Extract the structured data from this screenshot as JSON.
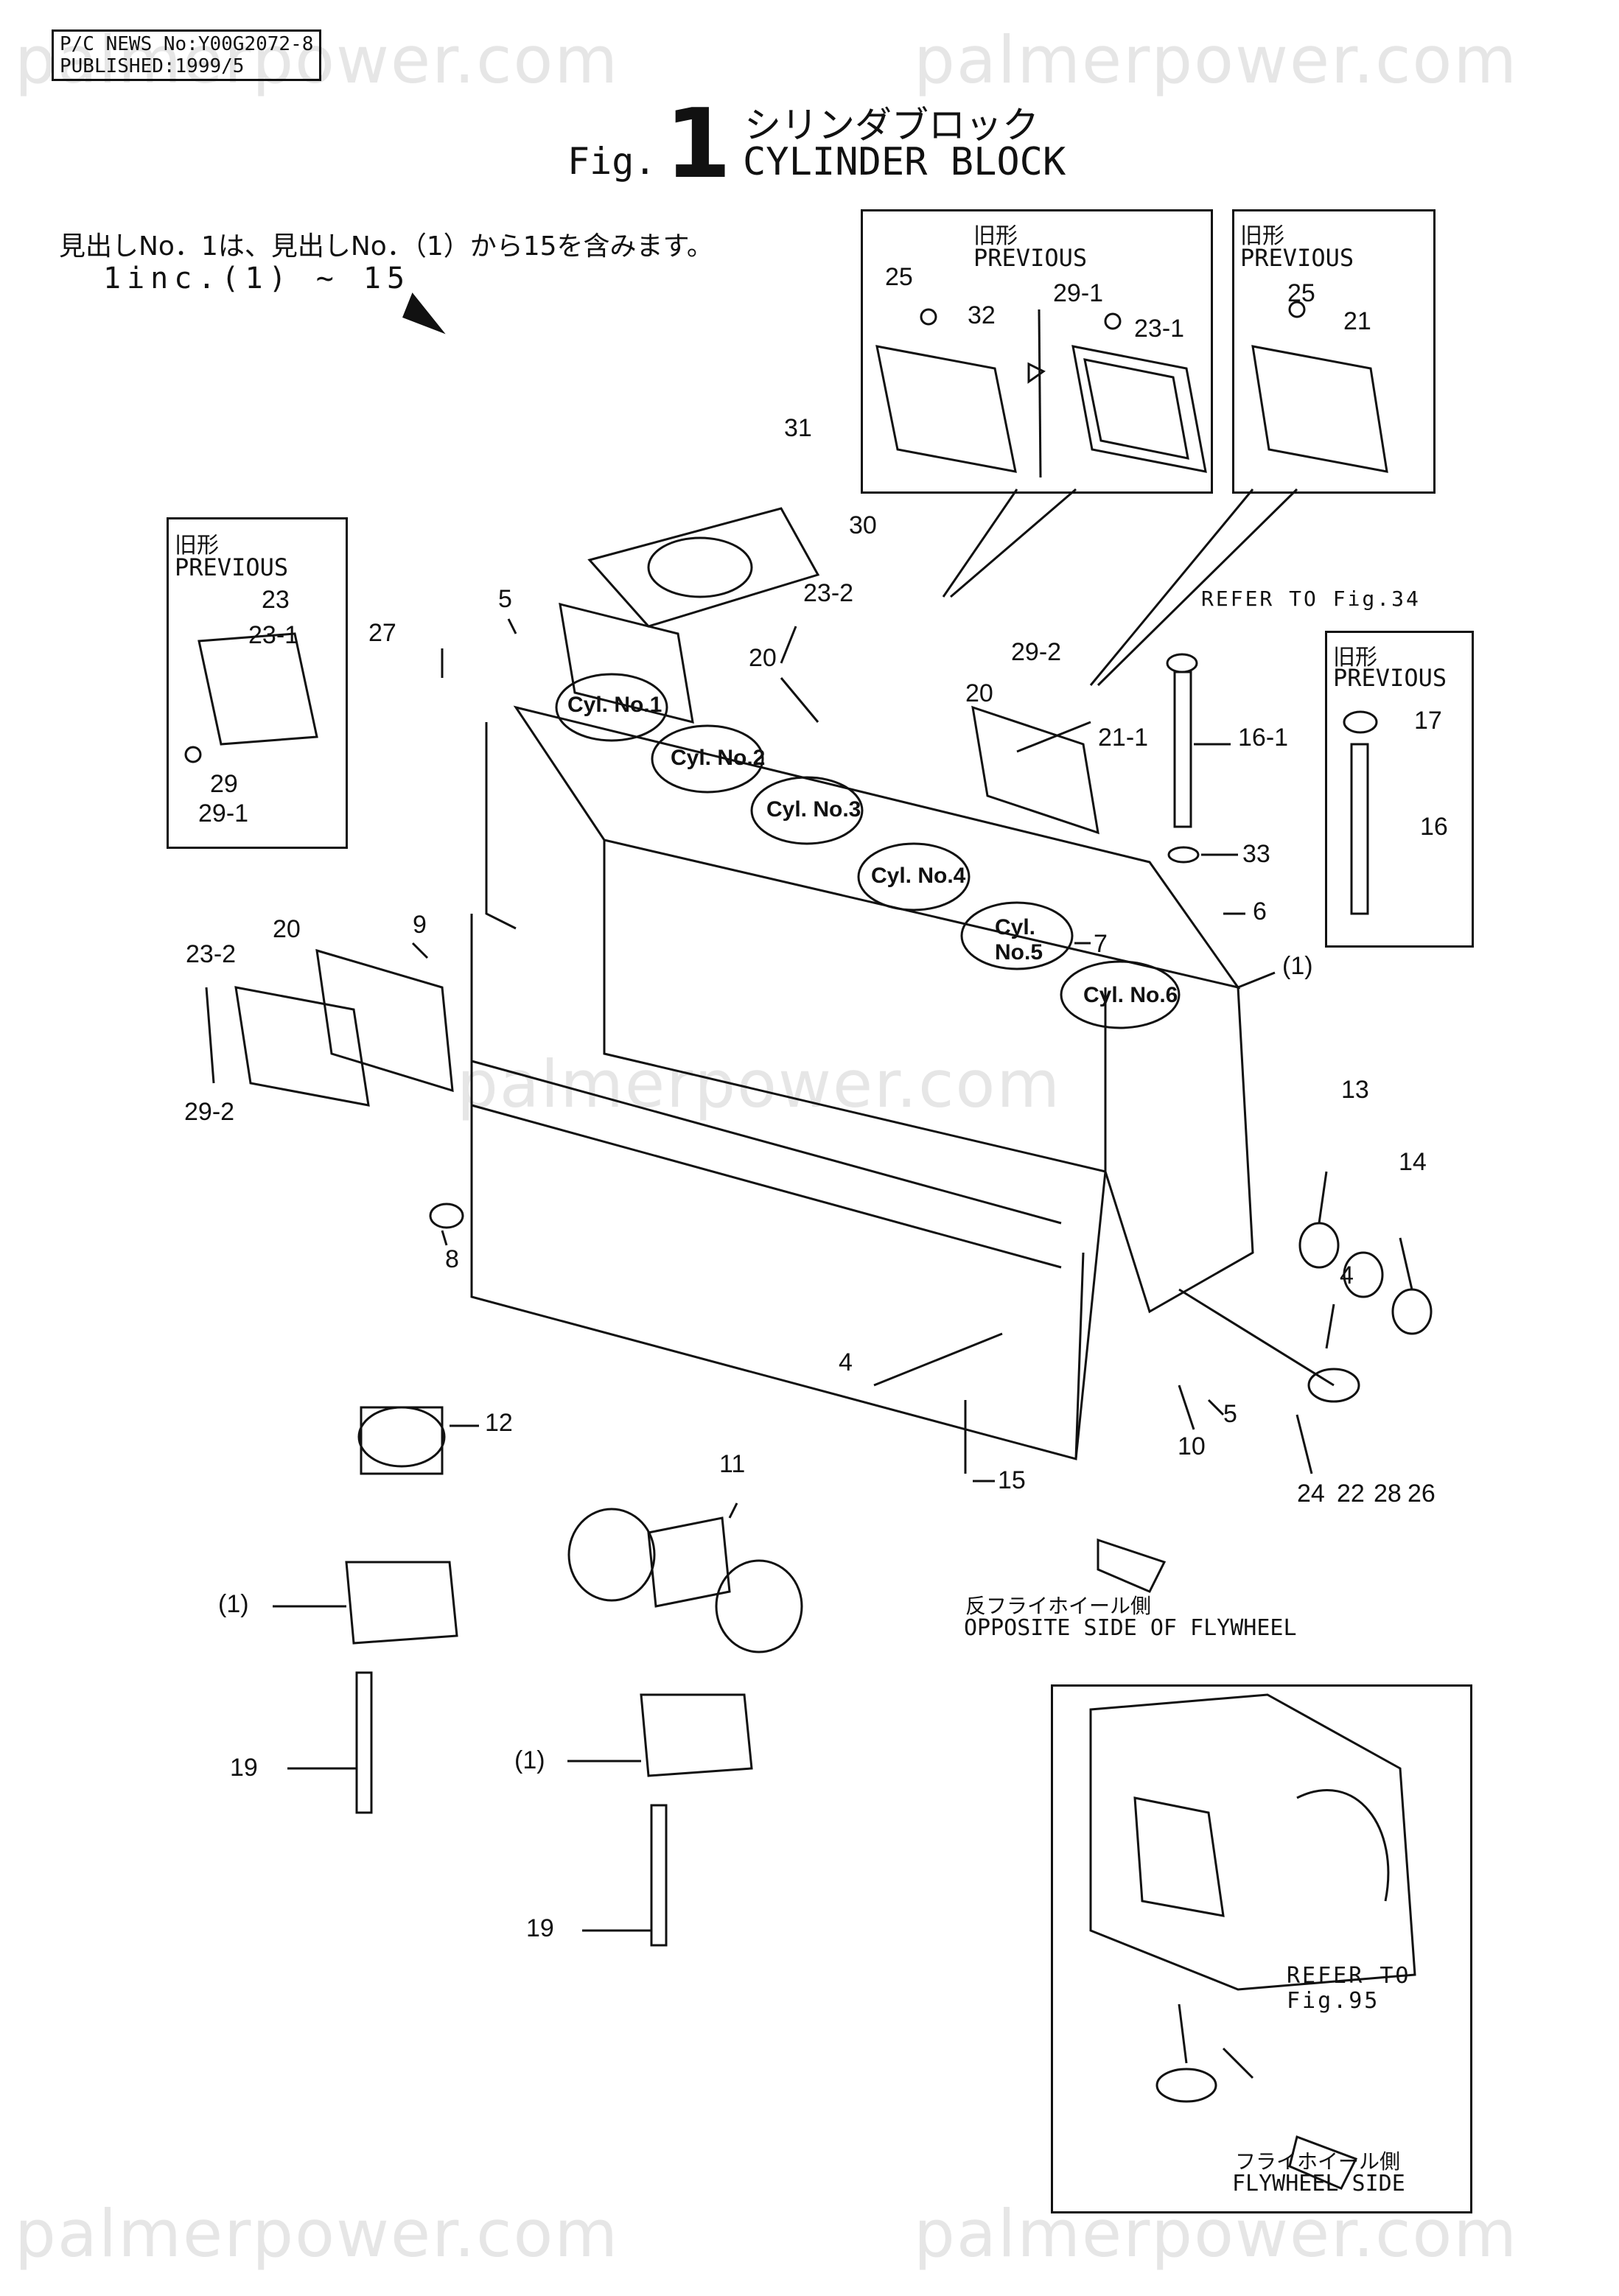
{
  "header": {
    "news_no": "P/C NEWS No:Y00G2072-8",
    "published": "PUBLISHED:1999/5"
  },
  "watermarks": {
    "top_left": "palmerpower.com",
    "top_right": "palmerpower.com",
    "center": "palmerpower.com",
    "bottom_left": "palmerpower.com",
    "bottom_right": "palmerpower.com"
  },
  "title": {
    "fig_prefix": "Fig.",
    "fig_number": "1",
    "japanese": "シリンダブロック",
    "english": "CYLINDER BLOCK"
  },
  "note": {
    "japanese": "見出しNo．1は、見出しNo．（1）から15を含みます。",
    "english": "1inc.(1) ~ 15"
  },
  "insets": {
    "previous_jp": "旧形",
    "previous_en": "PREVIOUS",
    "top_center": {
      "labels": [
        "25",
        "32",
        "29-1",
        "23-1"
      ]
    },
    "top_right": {
      "labels": [
        "25",
        "21"
      ]
    },
    "left": {
      "labels": [
        "23",
        "23-1",
        "29",
        "29-1"
      ]
    },
    "right": {
      "labels": [
        "17",
        "16"
      ]
    }
  },
  "refer_34": "REFER TO Fig.34",
  "refer_95_line1": "REFER TO",
  "refer_95_line2": "Fig.95",
  "cylinders": [
    "Cyl. No.1",
    "Cyl. No.2",
    "Cyl. No.3",
    "Cyl. No.4",
    "Cyl.",
    "No.5",
    "Cyl. No.6"
  ],
  "part_labels": {
    "p31": "31",
    "p30": "30",
    "p5a": "5",
    "p27": "27",
    "p23_2a": "23-2",
    "p20a": "20",
    "p29_2a": "29-2",
    "p20b": "20",
    "p21_1": "21-1",
    "p16_1": "16-1",
    "p33": "33",
    "p6": "6",
    "p1a": "(1)",
    "p7": "7",
    "p9": "9",
    "p20c": "20",
    "p23_2b": "23-2",
    "p29_2b": "29-2",
    "p8": "8",
    "p13": "13",
    "p14": "14",
    "p4a": "4",
    "p4b": "4",
    "p5b": "5",
    "p10": "10",
    "p15": "15",
    "p24": "24",
    "p22": "22",
    "p28": "28",
    "p26": "26",
    "p12": "12",
    "p11": "11",
    "p1b": "(1)",
    "p19a": "19",
    "p1c": "(1)",
    "p19b": "19"
  },
  "opposite_side": {
    "japanese": "反フライホイール側",
    "english": "OPPOSITE SIDE OF FLYWHEEL"
  },
  "flywheel_side": {
    "japanese": "フライホイール側",
    "english": "FLYWHEEL SIDE"
  }
}
